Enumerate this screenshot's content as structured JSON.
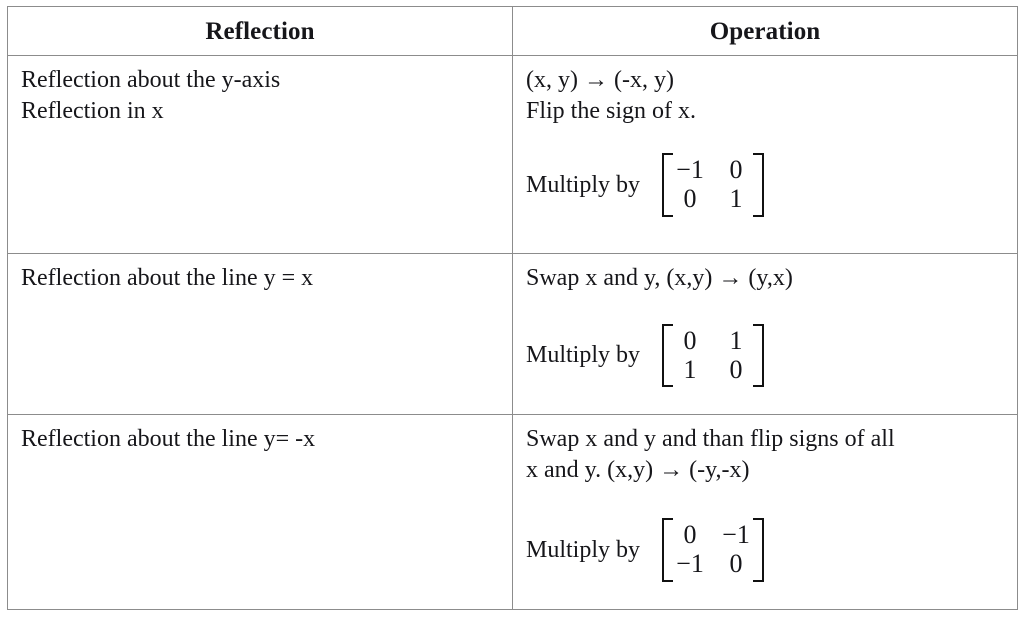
{
  "table": {
    "headers": {
      "reflection": "Reflection",
      "operation": "Operation"
    },
    "rows": [
      {
        "reflection_lines": [
          "Reflection about the y-axis",
          "Reflection in x"
        ],
        "operation_lines": [
          "(x, y) → (-x, y)",
          "Flip the sign of x."
        ],
        "multiply_label": "Multiply by",
        "matrix": [
          [
            "−1",
            "0"
          ],
          [
            "0",
            "1"
          ]
        ]
      },
      {
        "reflection_lines": [
          "Reflection about the line y = x"
        ],
        "operation_lines": [
          "Swap x and y, (x,y) → (y,x)"
        ],
        "multiply_label": "Multiply by",
        "matrix": [
          [
            "0",
            "1"
          ],
          [
            "1",
            "0"
          ]
        ]
      },
      {
        "reflection_lines": [
          "Reflection about the line y= -x"
        ],
        "operation_lines": [
          "Swap x and y and than flip signs of all",
          "x and y.  (x,y) → (-y,-x)"
        ],
        "multiply_label": "Multiply by",
        "matrix": [
          [
            "0",
            "−1"
          ],
          [
            "−1",
            "0"
          ]
        ]
      }
    ]
  },
  "colors": {
    "border": "#8c8c8c",
    "text": "#16161a",
    "background": "#ffffff"
  }
}
